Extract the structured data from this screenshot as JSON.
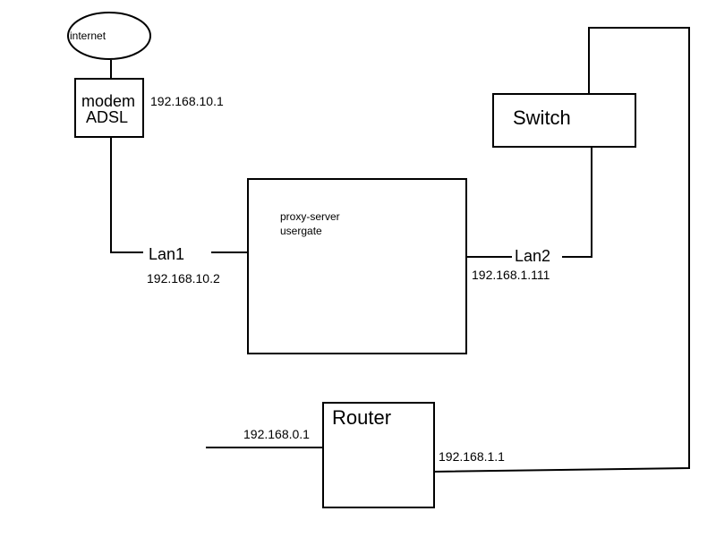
{
  "nodes": {
    "internet": {
      "label": "internet"
    },
    "modem": {
      "line1": "modem",
      "line2": "ADSL",
      "ip": "192.168.10.1"
    },
    "proxy": {
      "line1": "proxy-server",
      "line2": "usergate"
    },
    "lan1": {
      "label": "Lan1",
      "ip": "192.168.10.2"
    },
    "lan2": {
      "label": "Lan2",
      "ip": "192.168.1.111"
    },
    "switch": {
      "label": "Switch"
    },
    "router": {
      "label": "Router",
      "ip_left": "192.168.0.1",
      "ip_right": "192.168.1.1"
    }
  },
  "colors": {
    "line": "#000000",
    "background": "#ffffff"
  }
}
